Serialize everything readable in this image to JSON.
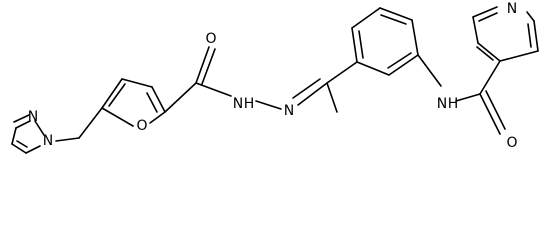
{
  "molecule": {
    "atoms": {
      "O_carbonyl_furan_amide": "O",
      "N_hydrazide_1": "N",
      "H_hydrazide": "H",
      "N_hydrazide_2": "N",
      "O_furan_ring": "O",
      "N_pyrazole_1": "N",
      "N_pyrazole_2": "N",
      "N_pyridine": "N",
      "O_isonicotinamide": "O",
      "N_amide": "N",
      "H_amide": "H"
    }
  }
}
